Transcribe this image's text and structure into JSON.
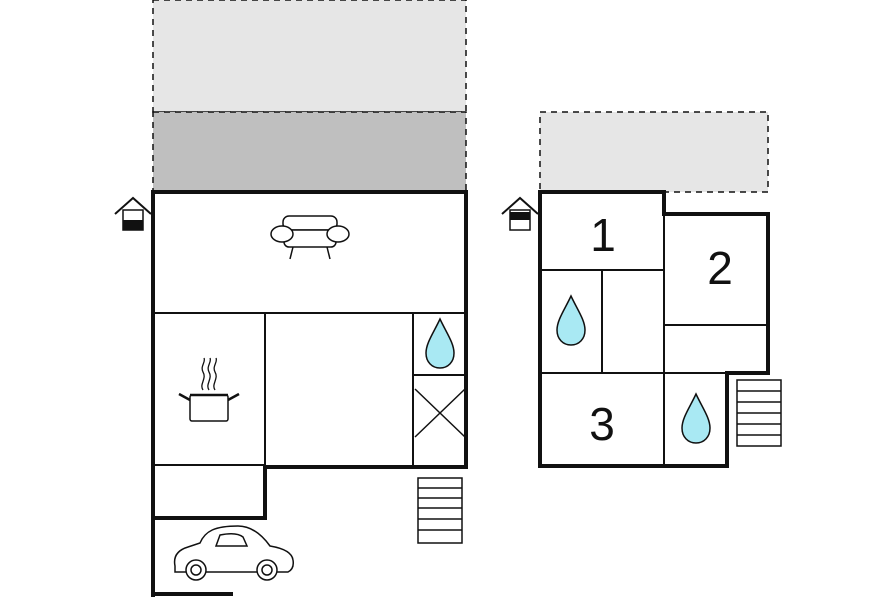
{
  "floor_plan": {
    "colors": {
      "wall": "#111111",
      "terrace_light": "#e6e6e6",
      "terrace_dark": "#bfbfbf",
      "water": "#a9e9f3",
      "background": "#ffffff"
    },
    "ground_floor": {
      "icons": [
        "entrance-icon",
        "sofa-icon",
        "cooking-pot-icon",
        "bathroom-drop-icon",
        "stairs-icon",
        "car-icon"
      ]
    },
    "upper_floor": {
      "rooms": [
        {
          "label": "1"
        },
        {
          "label": "2"
        },
        {
          "label": "3"
        }
      ],
      "icons": [
        "entrance-icon",
        "bathroom-drop-icon",
        "bathroom-drop-icon",
        "stairs-icon"
      ]
    }
  }
}
